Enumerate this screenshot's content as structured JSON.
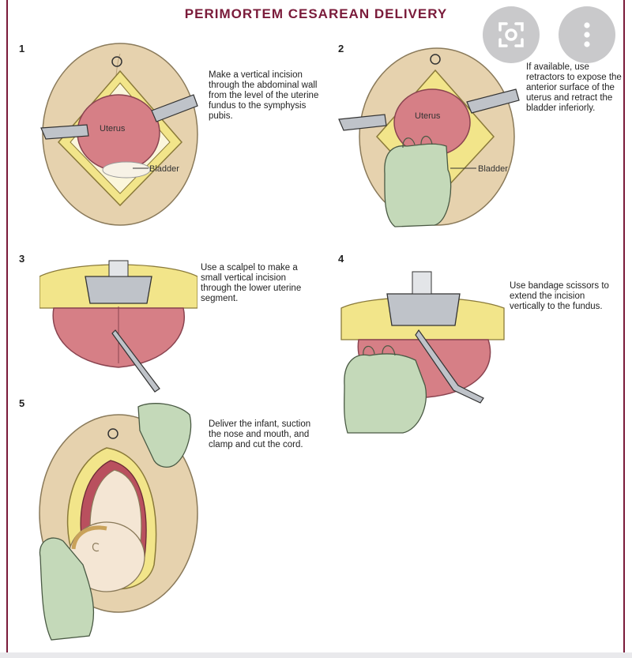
{
  "title": "PERIMORTEM CESAREAN DELIVERY",
  "colors": {
    "accent": "#7a1b3a",
    "skin": "#e6d2ae",
    "uterus": "#d67f86",
    "fat": "#f2e58a",
    "glove": "#c4d9b9"
  },
  "icons": [
    "lens-icon",
    "more-vertical-icon"
  ],
  "steps": [
    {
      "number": "1",
      "text": "Make a vertical incision through the abdominal wall from the level of the uterine fundus to the symphysis pubis.",
      "labels": {
        "uterus": "Uterus",
        "bladder": "Bladder"
      }
    },
    {
      "number": "2",
      "text": "If available, use retractors to expose the anterior surface of the uterus and retract the bladder inferiorly.",
      "labels": {
        "uterus": "Uterus",
        "bladder": "Bladder"
      }
    },
    {
      "number": "3",
      "text": "Use a scalpel to make a small vertical incision through the lower uterine segment."
    },
    {
      "number": "4",
      "text": "Use bandage scissors to extend the incision vertically to the fundus."
    },
    {
      "number": "5",
      "text": "Deliver the infant, suction the nose and mouth, and clamp and cut the cord."
    }
  ]
}
